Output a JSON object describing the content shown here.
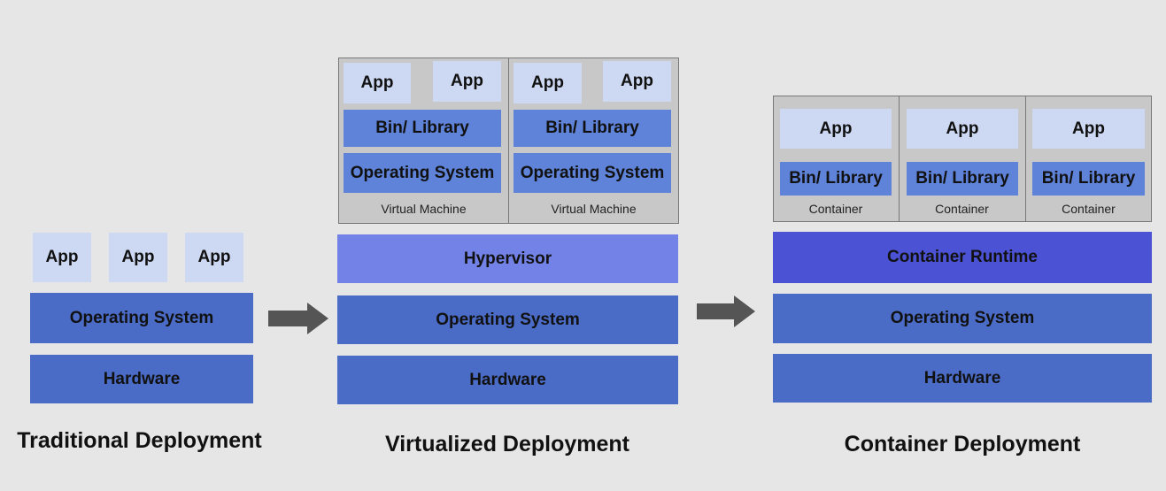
{
  "traditional": {
    "apps": [
      "App",
      "App",
      "App"
    ],
    "os": "Operating System",
    "hardware": "Hardware",
    "title": "Traditional Deployment"
  },
  "virtualized": {
    "vms": [
      {
        "apps": [
          "App",
          "App"
        ],
        "bin": "Bin/ Library",
        "os": "Operating System",
        "label": "Virtual Machine"
      },
      {
        "apps": [
          "App",
          "App"
        ],
        "bin": "Bin/ Library",
        "os": "Operating System",
        "label": "Virtual Machine"
      }
    ],
    "hypervisor": "Hypervisor",
    "os": "Operating System",
    "hardware": "Hardware",
    "title": "Virtualized Deployment"
  },
  "container": {
    "containers": [
      {
        "app": "App",
        "bin": "Bin/ Library",
        "label": "Container"
      },
      {
        "app": "App",
        "bin": "Bin/ Library",
        "label": "Container"
      },
      {
        "app": "App",
        "bin": "Bin/ Library",
        "label": "Container"
      }
    ],
    "runtime": "Container Runtime",
    "os": "Operating System",
    "hardware": "Hardware",
    "title": "Container Deployment"
  },
  "colors": {
    "background": "#e6e6e6",
    "app": "#cdd9f2",
    "layer": "#4a6bc6",
    "bin_os": "#5f83d9",
    "hypervisor": "#7282e6",
    "container_runtime": "#4b52d4",
    "arrow": "#555555"
  }
}
